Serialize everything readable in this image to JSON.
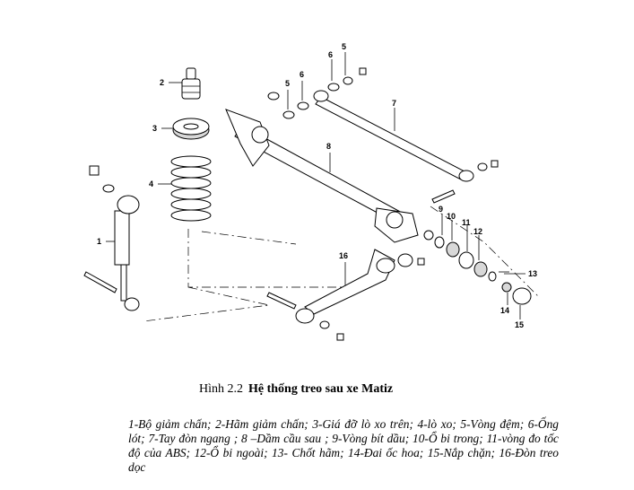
{
  "figure": {
    "callouts": [
      "1",
      "2",
      "3",
      "4",
      "5",
      "6",
      "7",
      "8",
      "9",
      "10",
      "11",
      "12",
      "13",
      "14",
      "15",
      "16",
      "5",
      "6"
    ]
  },
  "caption": {
    "number": "Hình 2.2",
    "title": "Hệ thống treo sau xe Matiz"
  },
  "legend": {
    "text": "1-Bộ giảm chấn; 2-Hãm giảm chấn; 3-Giá đỡ lò xo trên; 4-lò xo;  5-Vòng đệm; 6-Ống lót;  7-Tay đòn ngang ; 8 –Dầm cầu sau ;  9-Vòng bít dầu; 10-Ổ bi trong;   11-vòng đo tốc độ của ABS; 12-Ổ bi ngoài; 13- Chốt hãm; 14-Đai ốc hoa; 15-Nắp chặn; 16-Đòn treo dọc"
  }
}
